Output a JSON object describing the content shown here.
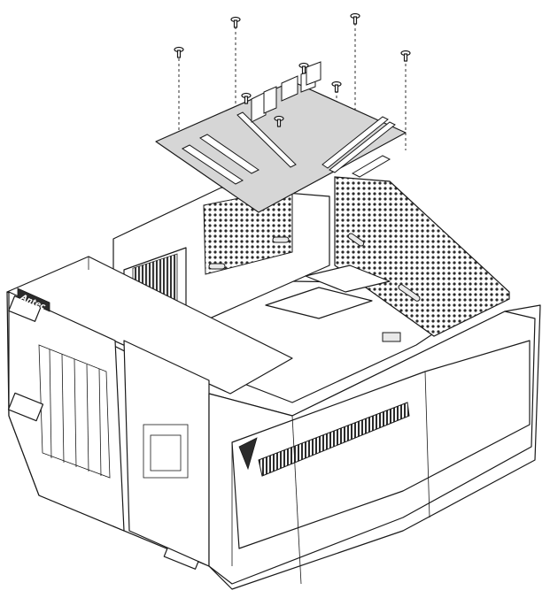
{
  "front_panel": {
    "brand_text": "Antec"
  },
  "colors": {
    "line": "#1a1a1a",
    "motherboard": "#d6d6d6",
    "mesh": "#2b2b2b",
    "background": "#ffffff"
  },
  "screws": {
    "count": 8
  },
  "components": [
    "motherboard",
    "screw",
    "chassis",
    "mesh-side-panel",
    "front-panel",
    "expansion-slot-covers"
  ]
}
